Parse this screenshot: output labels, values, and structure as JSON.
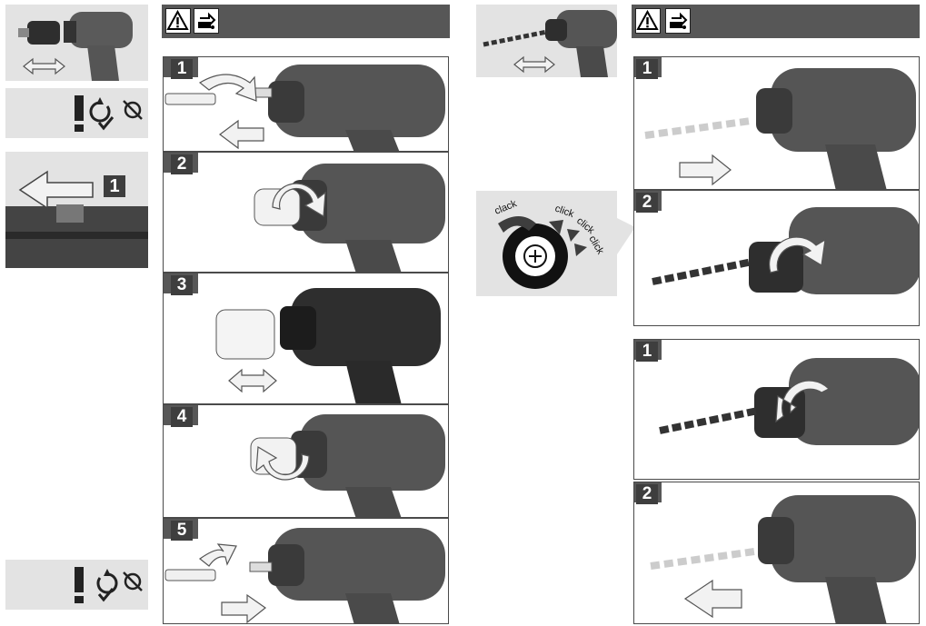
{
  "left_column": {
    "steps": [
      {
        "number": "1"
      },
      {
        "number": "2"
      },
      {
        "number": "3"
      },
      {
        "number": "4"
      },
      {
        "number": "5"
      }
    ],
    "inset_step_label": "1"
  },
  "right_column": {
    "insert_steps": [
      {
        "number": "1"
      },
      {
        "number": "2"
      }
    ],
    "remove_steps": [
      {
        "number": "1"
      },
      {
        "number": "2"
      }
    ],
    "click_sounds": [
      "clack",
      "click",
      "click",
      "click"
    ]
  },
  "colors": {
    "header": "#575757",
    "badge": "#3e3e3e",
    "inset_background": "#e3e3e3",
    "tool_body": "#555555",
    "tool_dark": "#2e2e2e",
    "arrow_fill": "#f2f2f2"
  },
  "icons": [
    "warning-triangle-icon",
    "battery-remove-icon",
    "caution-exclamation-icon",
    "rotate-icon",
    "no-rotate-icon",
    "check-icon",
    "double-arrow-icon"
  ]
}
